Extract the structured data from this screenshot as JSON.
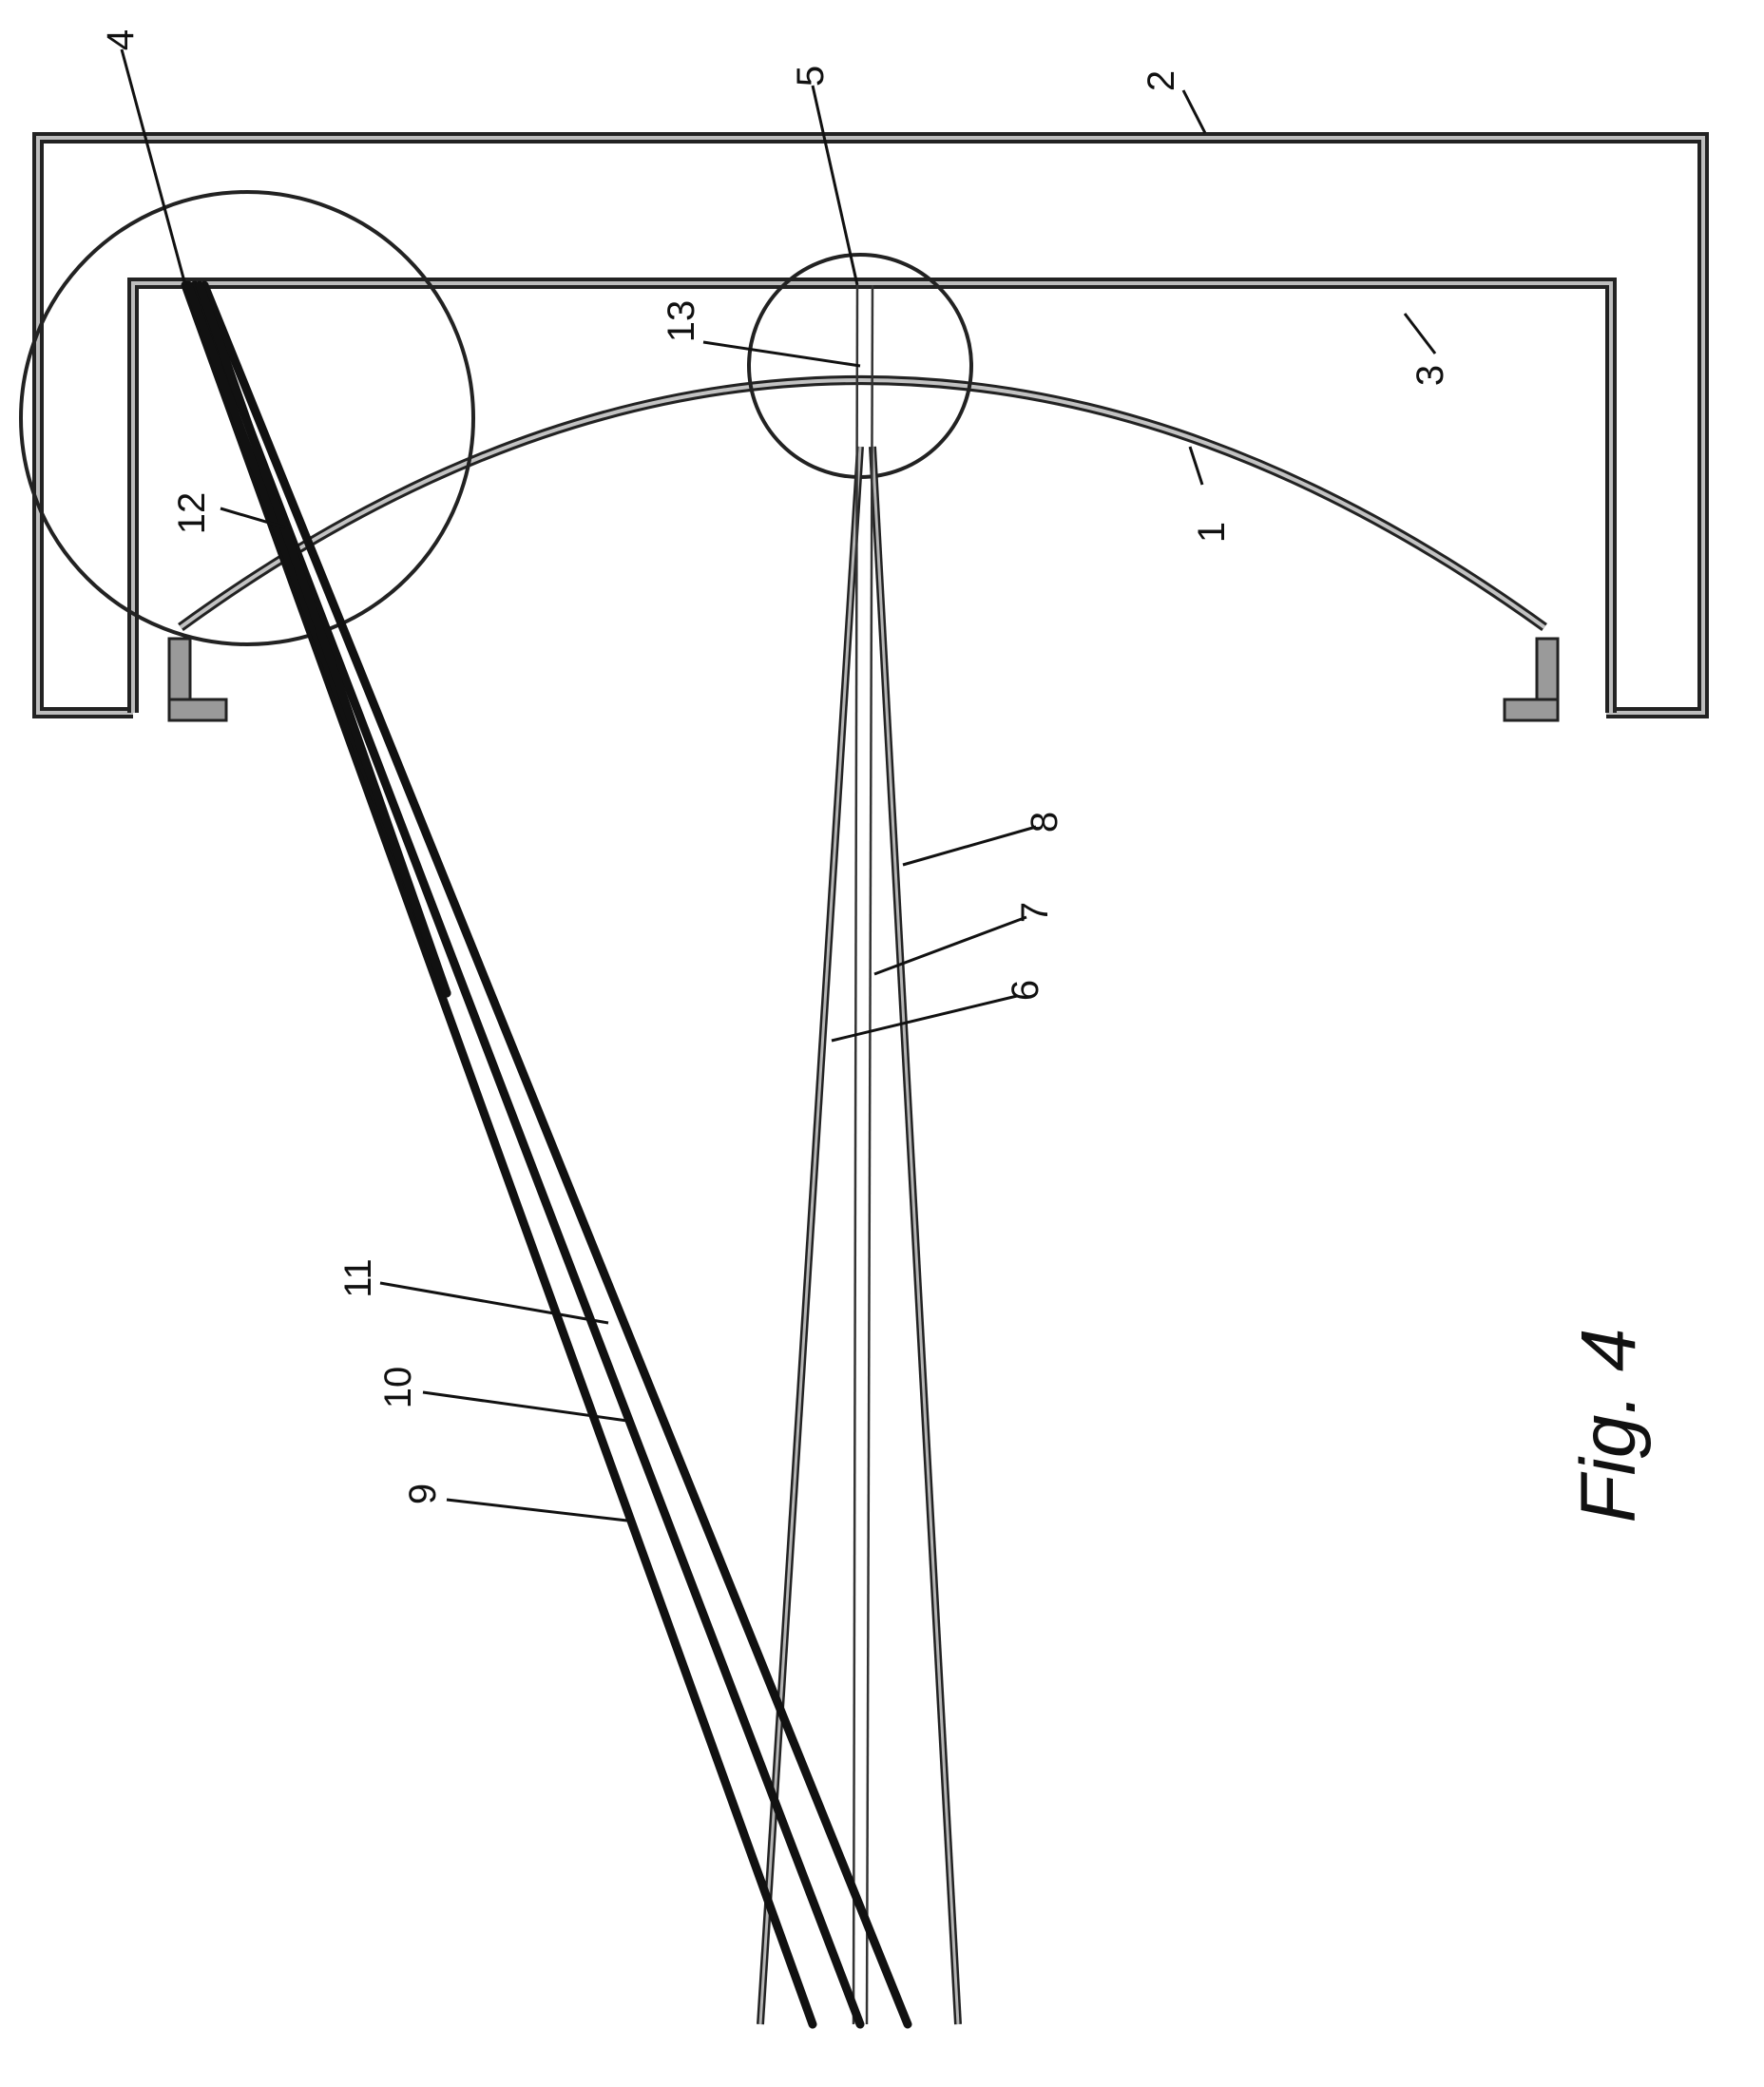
{
  "figure": {
    "caption": "Fig. 4",
    "reference_numerals": [
      "1",
      "2",
      "3",
      "4",
      "5",
      "6",
      "7",
      "8",
      "9",
      "10",
      "11",
      "12",
      "13"
    ]
  },
  "colors": {
    "line": "#111111",
    "fill_grey": "#bdbdbd",
    "background": "#ffffff"
  }
}
